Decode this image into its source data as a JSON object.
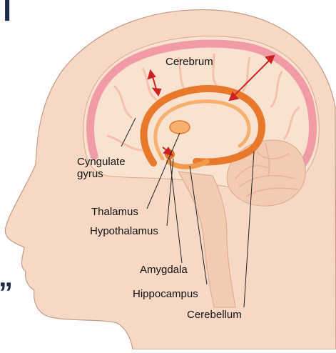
{
  "colors": {
    "skin": "#f6d8c4",
    "skin_outline": "#c49a86",
    "cortex_pink": "#f08ea0",
    "limbic_orange": "#e8782a",
    "limbic_light": "#f7b070",
    "cerebellum": "#f3cbb3",
    "leader_line": "#222222",
    "arrow_red": "#cc2222",
    "text_fragment": "#1d2a4a"
  },
  "fragments": {
    "top_left": "l",
    "bottom_left": "”"
  },
  "labels": {
    "cerebrum": "Cerebrum",
    "cingulate_line1": "Cyngulate",
    "cingulate_line2": "gyrus",
    "thalamus": "Thalamus",
    "hypothalamus": "Hypothalamus",
    "amygdala": "Amygdala",
    "hippocampus": "Hippocampus",
    "cerebellum": "Cerebellum"
  }
}
